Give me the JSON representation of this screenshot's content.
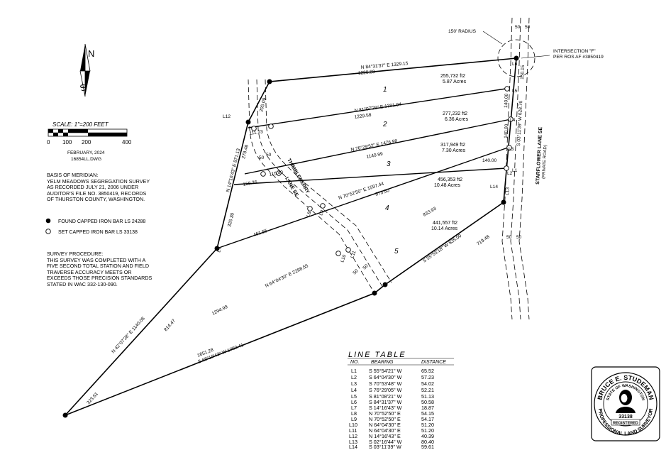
{
  "north_arrow": {
    "n": "N",
    "s": "S"
  },
  "scale": {
    "label": "SCALE: 1\"=200 FEET",
    "ticks": [
      "0",
      "100",
      "200",
      "400"
    ]
  },
  "drawing_info": {
    "date": "FEBRUARY, 2024",
    "file": "16854LL.DWG"
  },
  "basis_of_meridian": "BASIS OF MERIDIAN:\nYELM MEADOWS SEGREGATION SURVEY\nAS RECORDED JULY 21, 2006 UNDER\nAUDITOR'S FILE NO. 3850419, RECORDS\nOF THURSTON COUNTY, WASHINGTON.",
  "legend": {
    "found": "FOUND CAPPED IRON BAR LS 24288",
    "set": "SET CAPPED IRON BAR LS 33138"
  },
  "survey_procedure": "SURVEY PROCEDURE:\nTHIS SURVEY WAS COMPLETED WITH A\nFIVE SECOND TOTAL STATION AND FIELD\nTRAVERSE ACCURACY MEETS OR\nEXCEEDS THOSE PRECISION STANDARDS\nSTATED IN WAC 332-130-090.",
  "callouts": {
    "radius": "150' RADIUS",
    "intersection_1": "INTERSECTION \"F\"",
    "intersection_2": "PER ROS AF #3850419"
  },
  "roads": {
    "starflower": "STARFLOWER LANE SE",
    "starflower_sub": "(PRIVATE ROAD)",
    "thimbleberry_1": "THIMBLEBERRY",
    "thimbleberry_2": "LANE SE"
  },
  "lots": [
    {
      "num": "1",
      "area": "255,732 ft2",
      "acres": "5.87 Acres"
    },
    {
      "num": "2",
      "area": "277,232 ft2",
      "acres": "6.36 Acres"
    },
    {
      "num": "3",
      "area": "317,949 ft2",
      "acres": "7.30 Acres"
    },
    {
      "num": "4",
      "area": "456,353 ft2",
      "acres": "10.48 Acres"
    },
    {
      "num": "5",
      "area": "441,557 ft2",
      "acres": "10.14 Acres"
    }
  ],
  "bearing_labels": {
    "b1": "N 84°31'37\" E  1329.15",
    "b2": "N 81°07'29\" E  1391.94",
    "b3": "N 76°29'52\" E  1476.98",
    "b4": "N 70°52'50\" E  1597.44",
    "b5": "N 64°04'30\" E  2288.55",
    "b6": "S 68°10'43\" W  1702.41",
    "b7": "N 42°07'28\" E  1140.08",
    "b8": "N 14°16'43\" E  871.13",
    "b9": "S 55°53'18\" W  835.00",
    "b10": "S 03°11'39\" W  628.76"
  },
  "distance_labels": [
    "1228.83",
    "1229.58",
    "1140.99",
    "973.50",
    "833.93",
    "1294.99",
    "1651.28",
    "461.55",
    "168.26",
    "115.49",
    "111.23",
    "205.09",
    "278.48",
    "326.30",
    "814.47",
    "323.61",
    "719.48",
    "140.00",
    "140.00",
    "140.00",
    "150.15",
    "50",
    "50",
    "50",
    "50",
    "50",
    "50",
    "50",
    "50"
  ],
  "line_ids": [
    "L1",
    "L2",
    "L3",
    "L4",
    "L5",
    "L6",
    "L7",
    "L8",
    "L9",
    "L10",
    "L11",
    "L12",
    "L13",
    "L14"
  ],
  "line_table": {
    "title": "LINE TABLE",
    "col_no": "NO.",
    "col_bearing": "BEARING",
    "col_distance": "DISTANCE",
    "rows": [
      {
        "no": "L1",
        "bearing": "S 55°54'21\" W",
        "distance": "65.52"
      },
      {
        "no": "L2",
        "bearing": "S 64°04'30\" W",
        "distance": "57.23"
      },
      {
        "no": "L3",
        "bearing": "S 70°53'48\" W",
        "distance": "54.02"
      },
      {
        "no": "L4",
        "bearing": "S 76°29'05\" W",
        "distance": "52.21"
      },
      {
        "no": "L5",
        "bearing": "S 81°08'21\" W",
        "distance": "51.13"
      },
      {
        "no": "L6",
        "bearing": "S 84°31'37\" W",
        "distance": "50.58"
      },
      {
        "no": "L7",
        "bearing": "S 14°16'43\" W",
        "distance": "18.87"
      },
      {
        "no": "L8",
        "bearing": "N 70°52'50\" E",
        "distance": "54.15"
      },
      {
        "no": "L9",
        "bearing": "N 70°52'50\" E",
        "distance": "54.17"
      },
      {
        "no": "L10",
        "bearing": "N 64°04'30\" E",
        "distance": "51.20"
      },
      {
        "no": "L11",
        "bearing": "N 64°04'30\" E",
        "distance": "51.20"
      },
      {
        "no": "L12",
        "bearing": "N 14°16'43\" E",
        "distance": "40.39"
      },
      {
        "no": "L13",
        "bearing": "S 02°16'44\" W",
        "distance": "80.40"
      },
      {
        "no": "L14",
        "bearing": "S 03°11'39\" W",
        "distance": "59.61"
      }
    ]
  },
  "seal": {
    "name": "BRUCE E. STUDEMAN",
    "state": "STATE OF WASHINGTON",
    "number": "33138",
    "registered": "REGISTERED",
    "title": "PROFESSIONAL LAND SURVEYOR"
  }
}
